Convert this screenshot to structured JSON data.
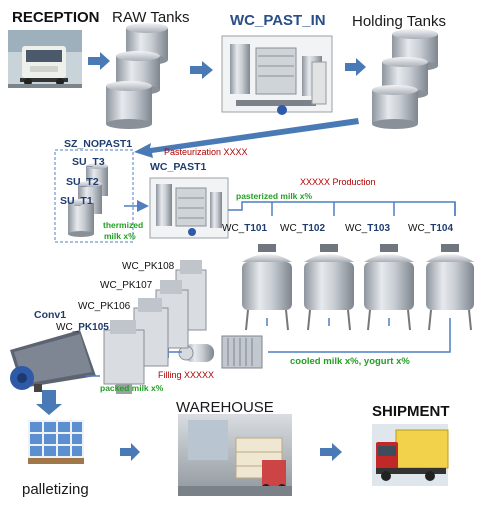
{
  "labels": {
    "reception": "RECEPTION",
    "raw_tanks": "RAW Tanks",
    "wc_past_in": "WC_PAST_IN",
    "holding_tanks": "Holding Tanks",
    "sz_nopast1": "SZ_NOPAST1",
    "pasteurization": "Pasteurization XXXX",
    "wc_past1": "WC_PAST1",
    "production": "XXXXX Production",
    "pasterized_milk": "pasterized milk x%",
    "su_t3": "SU_T3",
    "su_t2": "SU_T2",
    "su_t1": "SU_T1",
    "thermized_milk_1": "thermized",
    "thermized_milk_2": "milk x%",
    "wc_t101_pre": "WC_",
    "wc_t101_b": "T101",
    "wc_t102_pre": "WC_",
    "wc_t102_b": "T102",
    "wc_t103_pre": "WC_",
    "wc_t103_b": "T103",
    "wc_t104_pre": "WC_",
    "wc_t104_b": "T104",
    "wc_pk108": "WC_PK108",
    "wc_pk107": "WC_PK107",
    "wc_pk106": "WC_PK106",
    "wc_pk105_pre": "WC_",
    "wc_pk105_b": "PK105",
    "conv1": "Conv1",
    "filling": "Filling XXXXX",
    "packed_milk": "packed milk x%",
    "cooled_milk": "cooled milk x%, yogurt x%",
    "warehouse": "WAREHOUSE",
    "shipment": "SHIPMENT",
    "palletizing": "palletizing"
  },
  "colors": {
    "arrow_blue": "#4a7ab5",
    "flow_line": "#4f7fc0",
    "steel": "#b8bec6",
    "label_red": "#b00000",
    "label_green": "#22a022"
  }
}
